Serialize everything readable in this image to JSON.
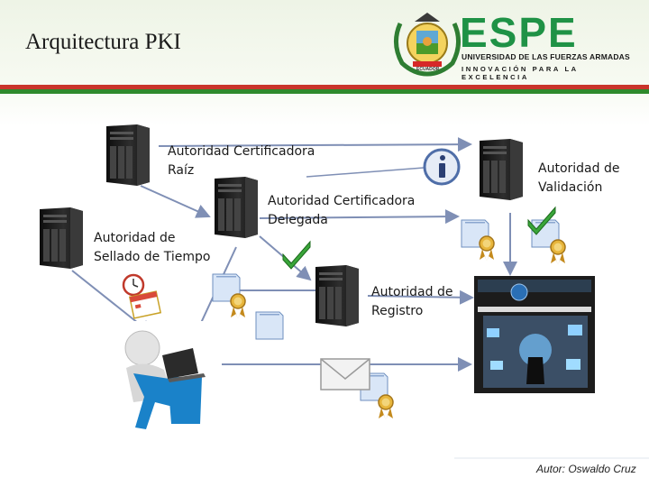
{
  "slide_title": "Arquitectura PKI",
  "logo": {
    "text": "ESPE",
    "subtitle1": "UNIVERSIDAD DE LAS FUERZAS ARMADAS",
    "subtitle2": "INNOVACIÓN PARA LA EXCELENCIA",
    "seal_text": "ECUADOR"
  },
  "nodes": {
    "root_ca": {
      "line1": "Autoridad Certificadora",
      "line2": "Raíz"
    },
    "delegated_ca": {
      "line1": "Autoridad Certificadora",
      "line2": "Delegada"
    },
    "timestamp": {
      "line1": "Autoridad de",
      "line2": "Sellado de Tiempo"
    },
    "validation": {
      "line1": "Autoridad de",
      "line2": "Validación"
    },
    "registration": {
      "line1": "Autoridad de",
      "line2": "Registro"
    }
  },
  "author": "Autor: Oswaldo Cruz",
  "colors": {
    "brand_green": "#1f9246",
    "band_red": "#c9342b",
    "arrow_blue": "#7f8fb5"
  }
}
